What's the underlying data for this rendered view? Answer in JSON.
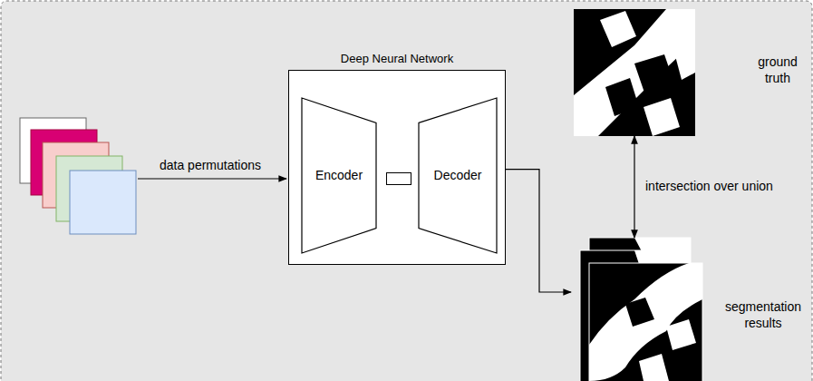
{
  "diagram": {
    "nodes": [
      {
        "text": [
          "Deep Neural Network"
        ]
      },
      {
        "text": [
          "Encoder"
        ],
        "in": 0
      },
      {
        "text": [
          "Decoder"
        ],
        "in": 0
      },
      {
        "text": [
          "ground truth"
        ]
      },
      {
        "text": [
          "segmentation results"
        ]
      }
    ],
    "edges": [
      {
        "from": 0,
        "to": 4,
        "arrow": "to"
      },
      {
        "from": 3,
        "to": 4,
        "label": "intersection over union",
        "arrow": "both"
      }
    ],
    "labels": [
      "data permutations"
    ]
  }
}
